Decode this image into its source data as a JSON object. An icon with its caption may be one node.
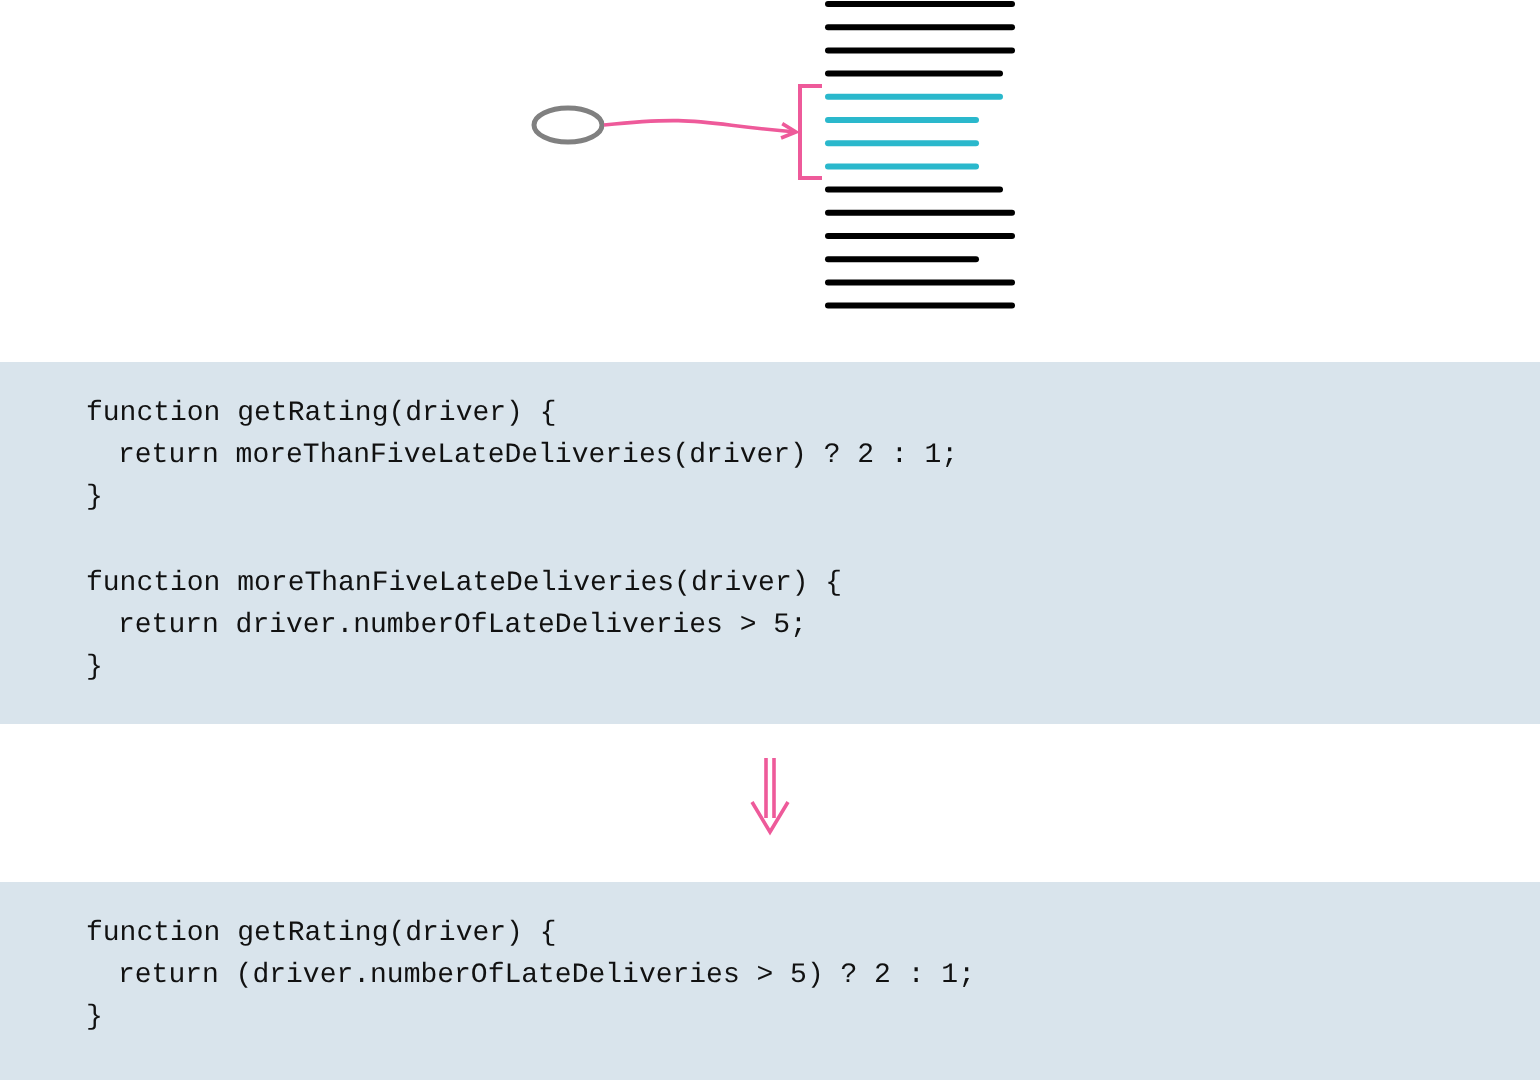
{
  "diagram": {
    "nodes": [
      {
        "text": [],
        "shape": "oval"
      },
      {
        "text": [],
        "shape": "bracket"
      },
      {
        "text": [
          "function getRating(driver) {",
          "return moreThanFiveLateDeliveries(driver) ? 2 : 1;",
          "}",
          "function moreThanFiveLateDeliveries(driver) {",
          "return driver.numberOfLateDeliveries > 5;",
          "}"
        ]
      },
      {
        "text": [
          "function getRating(driver) {",
          "return (driver.numberOfLateDeliveries > 5) ? 2 : 1;",
          "}"
        ]
      }
    ],
    "edges": [
      {
        "from": 0,
        "to": 1,
        "arrow": "to"
      },
      {
        "from": 2,
        "to": 3,
        "arrow": "to"
      }
    ]
  }
}
